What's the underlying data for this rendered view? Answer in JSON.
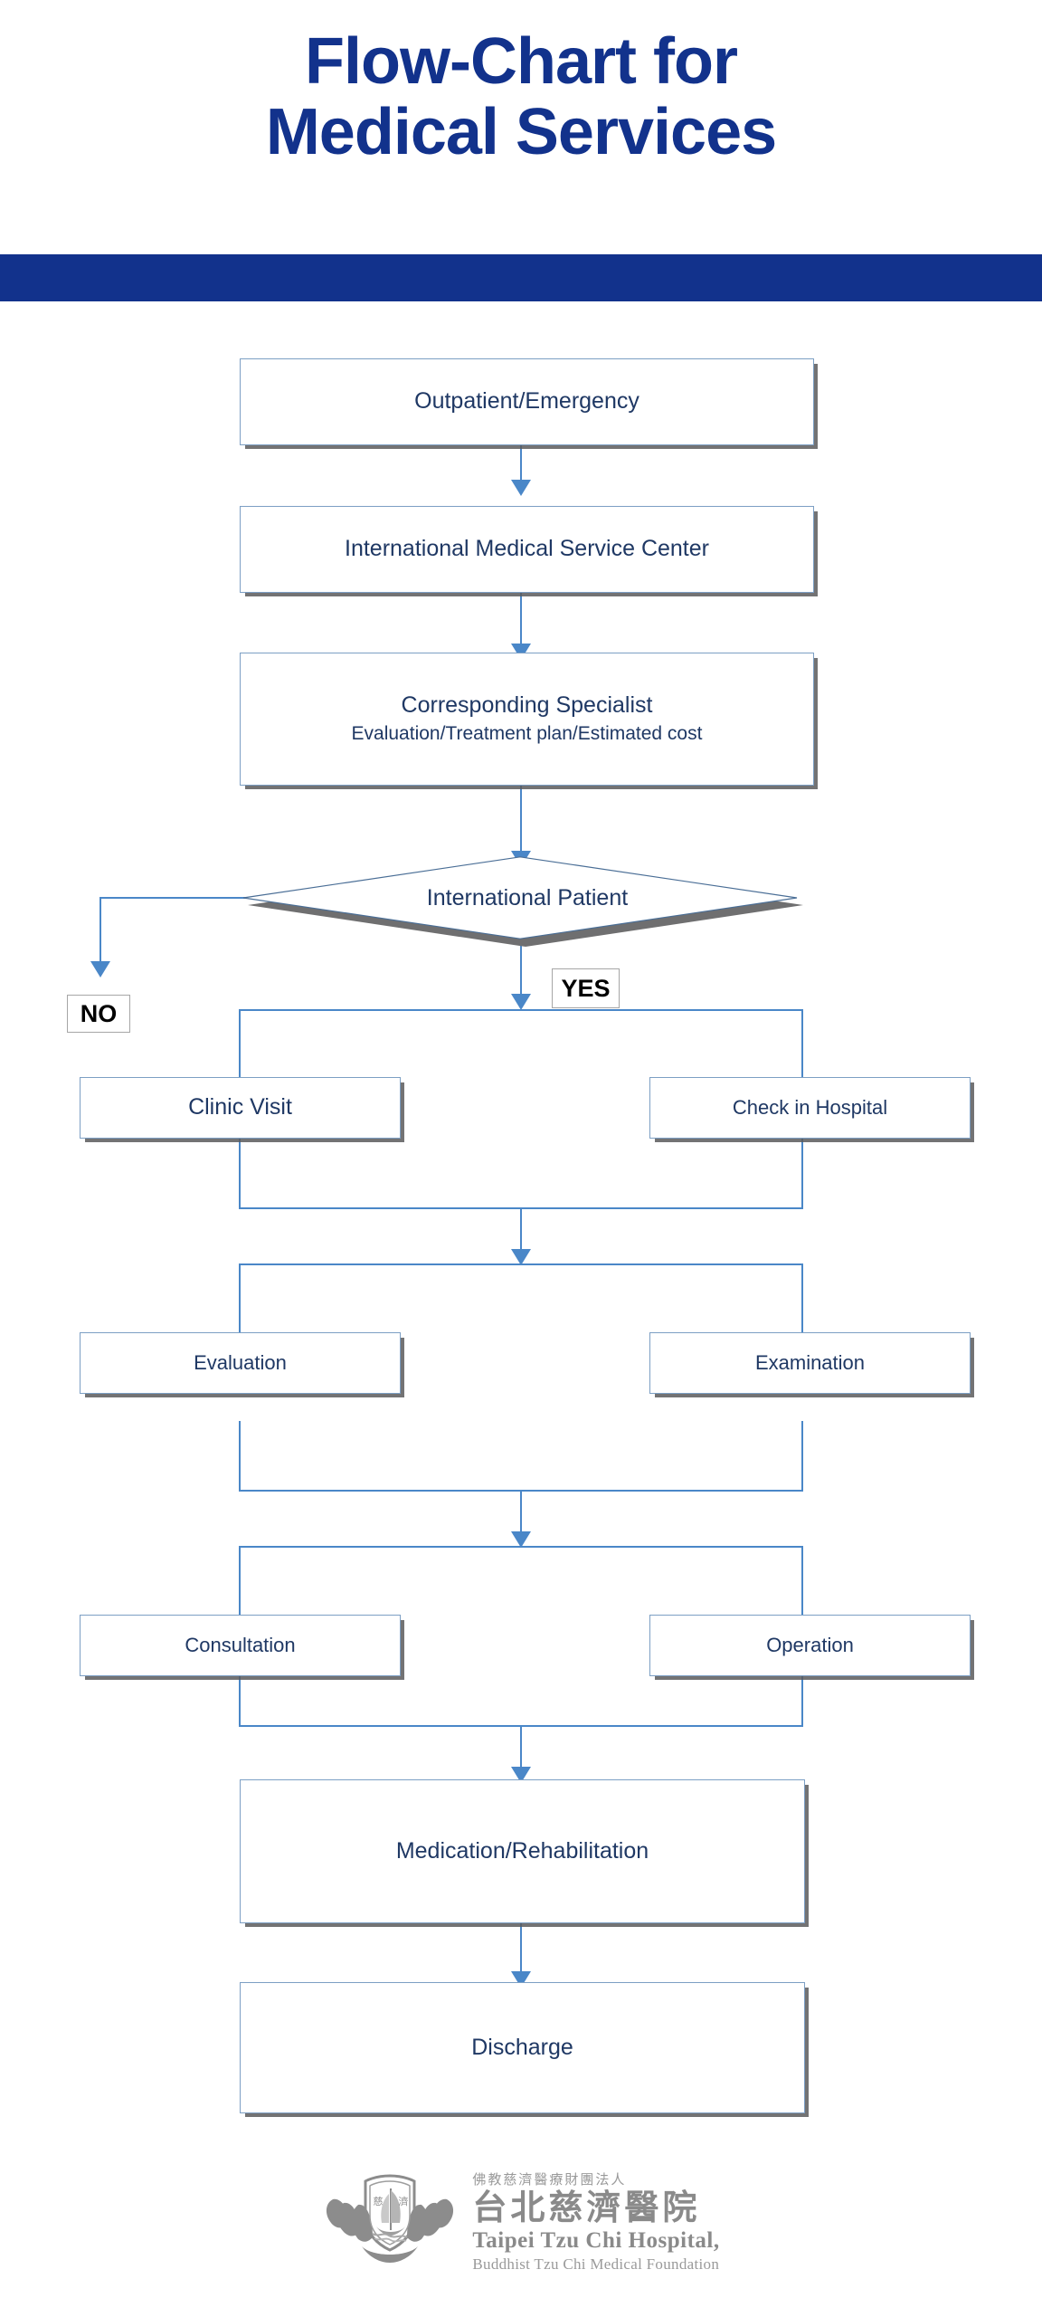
{
  "title": {
    "line1": "Flow-Chart for",
    "line2": "Medical Services",
    "color": "#12328C"
  },
  "header_bar": {
    "color": "#12328C"
  },
  "theme": {
    "box_border": "#7C9FC4",
    "box_text": "#1F3864",
    "connector": "#4A87C8",
    "shadow": "#5A5A5C",
    "tag_text": "#000000"
  },
  "flow": {
    "nodes": [
      {
        "id": "outpatient",
        "label": "Outpatient/Emergency",
        "sub": ""
      },
      {
        "id": "imsc",
        "label": "International Medical Service Center",
        "sub": ""
      },
      {
        "id": "specialist",
        "label": "Corresponding Specialist",
        "sub": "Evaluation/Treatment plan/Estimated cost"
      },
      {
        "id": "clinic-visit",
        "label": "Clinic Visit",
        "sub": ""
      },
      {
        "id": "check-in",
        "label": "Check in Hospital",
        "sub": ""
      },
      {
        "id": "evaluation",
        "label": "Evaluation",
        "sub": ""
      },
      {
        "id": "examination",
        "label": "Examination",
        "sub": ""
      },
      {
        "id": "consultation",
        "label": "Consultation",
        "sub": ""
      },
      {
        "id": "operation",
        "label": "Operation",
        "sub": ""
      },
      {
        "id": "medication",
        "label": "Medication/Rehabilitation",
        "sub": ""
      },
      {
        "id": "discharge",
        "label": "Discharge",
        "sub": ""
      }
    ],
    "decision": {
      "id": "international-patient",
      "label": "International Patient"
    },
    "branches": {
      "yes": "YES",
      "no": "NO"
    }
  },
  "footer": {
    "logo_icon": "lotus-ship-emblem-icon",
    "cn_small": "佛教慈濟醫療財團法人",
    "cn_big": "台北慈濟醫院",
    "en_main": "Taipei Tzu Chi Hospital,",
    "en_sub": "Buddhist Tzu Chi Medical Foundation"
  }
}
